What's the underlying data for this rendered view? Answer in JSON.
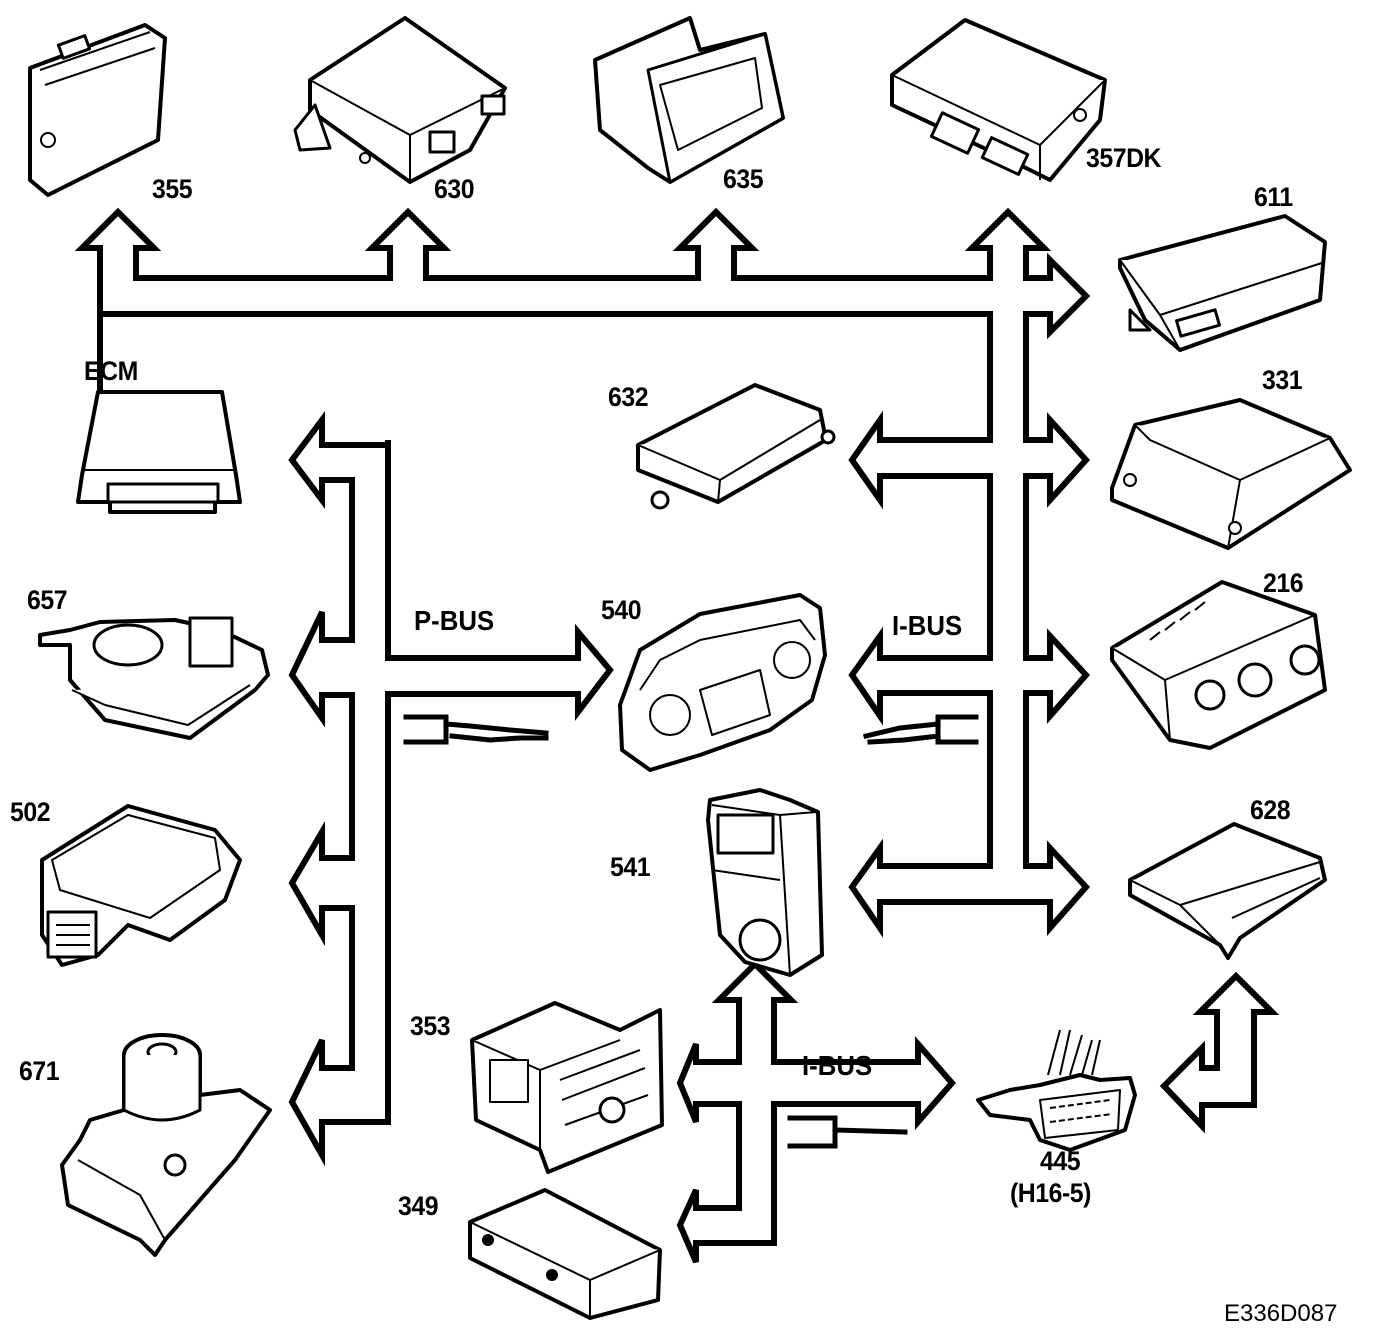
{
  "diagram": {
    "figure_id": "E336D087",
    "buses": [
      {
        "id": "p-bus",
        "label": "P-BUS"
      },
      {
        "id": "i-bus-upper",
        "label": "I-BUS"
      },
      {
        "id": "i-bus-lower",
        "label": "I-BUS"
      }
    ],
    "components": [
      {
        "id": "355",
        "label": "355",
        "bus": "i-bus"
      },
      {
        "id": "630",
        "label": "630",
        "bus": "i-bus"
      },
      {
        "id": "635",
        "label": "635",
        "bus": "i-bus"
      },
      {
        "id": "357DK",
        "label": "357DK",
        "bus": "i-bus"
      },
      {
        "id": "611",
        "label": "611",
        "bus": "i-bus"
      },
      {
        "id": "ECM",
        "label": "ECM",
        "bus": "p-bus"
      },
      {
        "id": "632",
        "label": "632",
        "bus": "i-bus"
      },
      {
        "id": "331",
        "label": "331",
        "bus": "i-bus"
      },
      {
        "id": "657",
        "label": "657",
        "bus": "p-bus"
      },
      {
        "id": "540",
        "label": "540",
        "bus": "p-bus / i-bus"
      },
      {
        "id": "216",
        "label": "216",
        "bus": "i-bus"
      },
      {
        "id": "502",
        "label": "502",
        "bus": "p-bus"
      },
      {
        "id": "541",
        "label": "541",
        "bus": "i-bus"
      },
      {
        "id": "628",
        "label": "628",
        "bus": "i-bus"
      },
      {
        "id": "671",
        "label": "671",
        "bus": "p-bus"
      },
      {
        "id": "353",
        "label": "353",
        "bus": "i-bus"
      },
      {
        "id": "349",
        "label": "349",
        "bus": "i-bus"
      },
      {
        "id": "445",
        "label": "445",
        "sublabel": "(H16-5)",
        "bus": "i-bus"
      }
    ],
    "connections": [
      {
        "from": "i-bus",
        "to": "355"
      },
      {
        "from": "i-bus",
        "to": "630"
      },
      {
        "from": "i-bus",
        "to": "635"
      },
      {
        "from": "i-bus",
        "to": "357DK"
      },
      {
        "from": "i-bus",
        "to": "611"
      },
      {
        "from": "i-bus",
        "to": "632"
      },
      {
        "from": "i-bus",
        "to": "331"
      },
      {
        "from": "i-bus",
        "to": "540"
      },
      {
        "from": "i-bus",
        "to": "216"
      },
      {
        "from": "i-bus",
        "to": "541"
      },
      {
        "from": "i-bus",
        "to": "628"
      },
      {
        "from": "p-bus",
        "to": "ECM"
      },
      {
        "from": "p-bus",
        "to": "657"
      },
      {
        "from": "p-bus",
        "to": "540"
      },
      {
        "from": "p-bus",
        "to": "502"
      },
      {
        "from": "p-bus",
        "to": "671"
      },
      {
        "from": "i-bus",
        "to": "353"
      },
      {
        "from": "i-bus",
        "to": "349"
      },
      {
        "from": "i-bus",
        "to": "445"
      },
      {
        "from": "445",
        "to": "628"
      }
    ]
  }
}
